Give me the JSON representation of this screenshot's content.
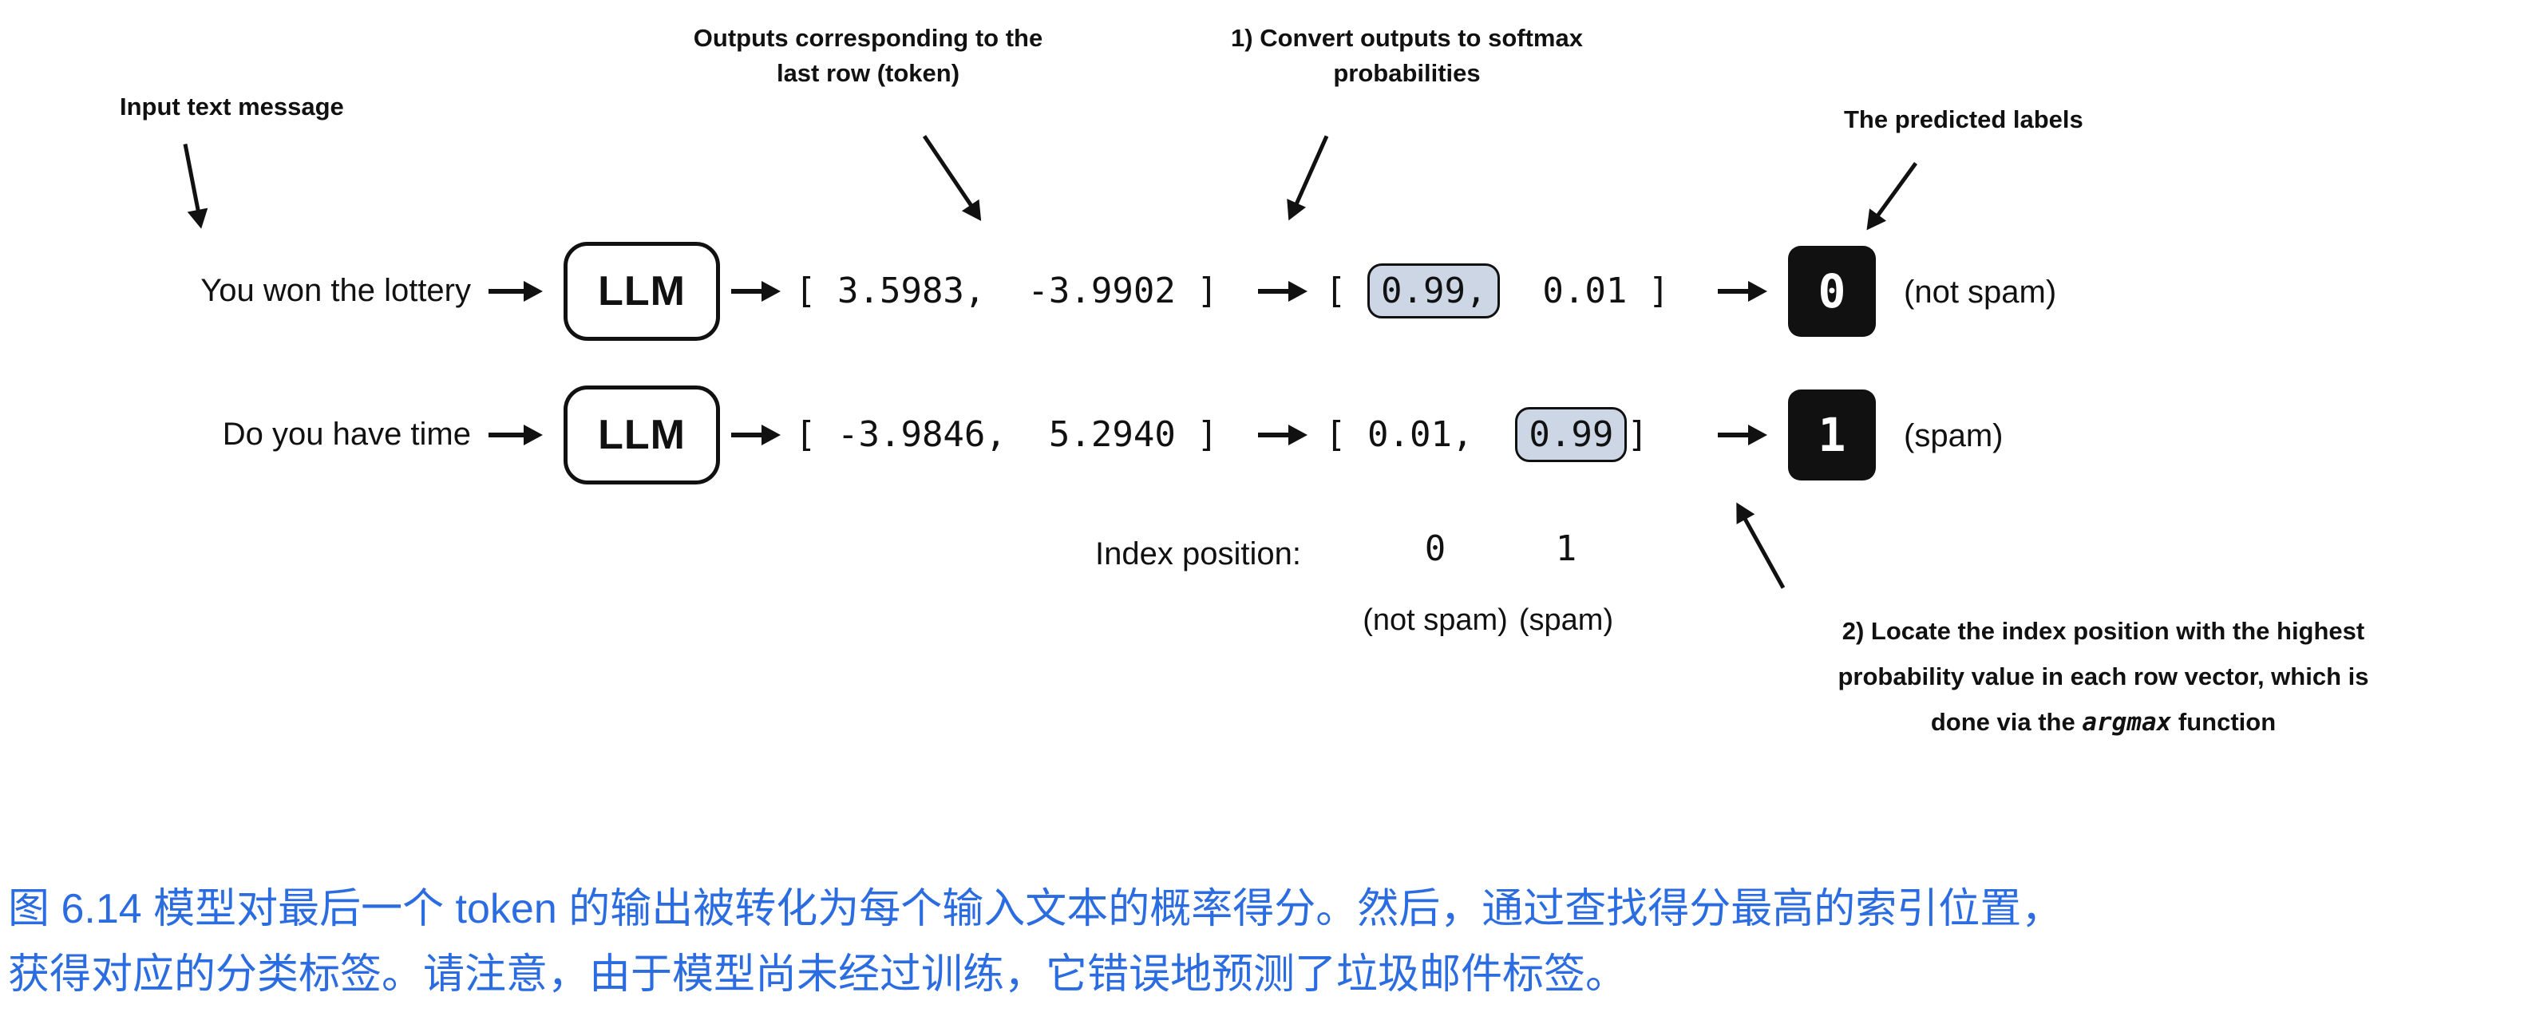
{
  "figure": {
    "annotations": {
      "input": "Input text message",
      "outputs_line1": "Outputs corresponding to the",
      "outputs_line2": "last row (token)",
      "softmax_line1": "1) Convert outputs to softmax",
      "softmax_line2": "probabilities",
      "predicted": "The predicted labels",
      "argmax_line1": "2) Locate the index position with the highest",
      "argmax_line2": "probability value in each row vector, which is",
      "argmax_line3_pre": "done via the ",
      "argmax_line3_code": "argmax",
      "argmax_line3_post": " function"
    },
    "rows": [
      {
        "input_text": "You won the lottery",
        "llm_label": "LLM",
        "logits": "[ 3.5983,  -3.9902 ]",
        "prob_open": "[ ",
        "prob_highlight": "0.99,",
        "prob_rest": "  0.01 ]",
        "label_value": "0",
        "label_text": "(not spam)"
      },
      {
        "input_text": "Do you have time",
        "llm_label": "LLM",
        "logits": "[ -3.9846,  5.2940 ]",
        "prob_open": "[ 0.01,  ",
        "prob_highlight": "0.99",
        "prob_rest": "]",
        "label_value": "1",
        "label_text": "(spam)"
      }
    ],
    "index_row": {
      "label": "Index position:",
      "idx0": "0",
      "idx1": "1",
      "idx0_name": "(not spam)",
      "idx1_name": "(spam)"
    },
    "colors": {
      "highlight_fill": "#ccd6e5",
      "box_fill": "#111111",
      "caption_blue": "#2b6de0"
    }
  },
  "caption": {
    "line1": "图 6.14 模型对最后一个 token 的输出被转化为每个输入文本的概率得分。然后，通过查找得分最高的索引位置，",
    "line2": "获得对应的分类标签。请注意，由于模型尚未经过训练，它错误地预测了垃圾邮件标签。"
  }
}
